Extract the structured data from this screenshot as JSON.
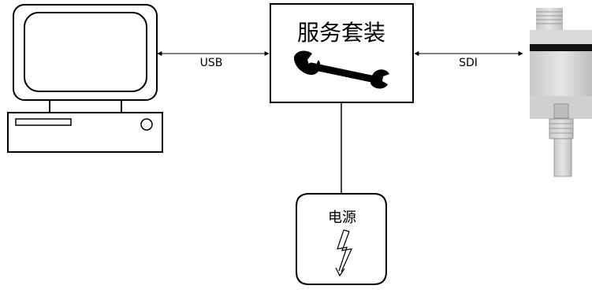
{
  "diagram": {
    "service_kit_label": "服务套装",
    "power_label": "电源",
    "usb_label": "USB",
    "sdi_label": "SDI"
  },
  "icons": {
    "computer": "computer-icon",
    "wrench": "wrench-icon",
    "lightning": "lightning-bolt-icon",
    "probe": "sensor-probe-icon"
  }
}
